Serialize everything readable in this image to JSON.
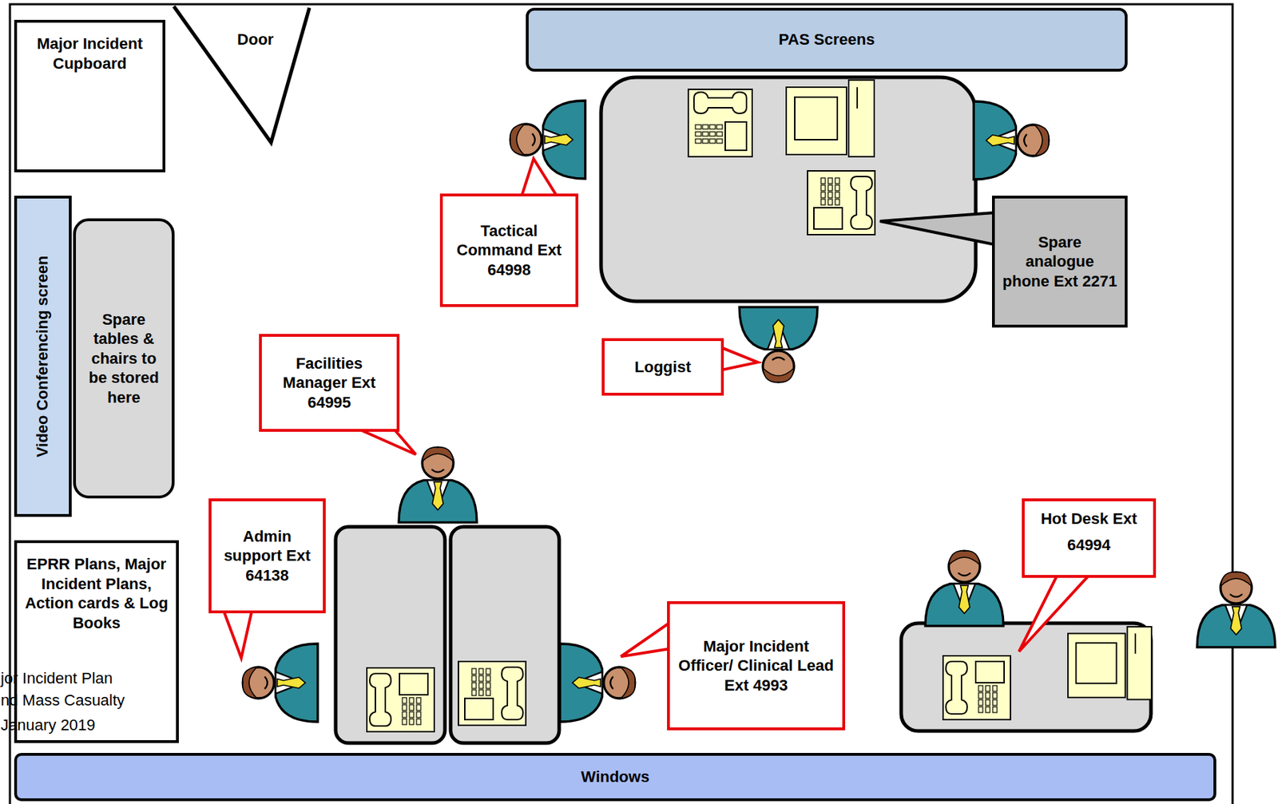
{
  "diagram": {
    "nodes": [
      {
        "text": [
          "Major Incident Cupboard"
        ]
      },
      {
        "text": [
          "Door"
        ]
      },
      {
        "text": [
          "PAS Screens"
        ]
      },
      {
        "text": [
          "Video Conferencing screen"
        ]
      },
      {
        "text": [
          "Spare tables & chairs to be stored here"
        ]
      },
      {
        "text": [
          "Tactical Command Ext 64998"
        ]
      },
      {
        "text": [
          "Spare analogue phone Ext 2271"
        ]
      },
      {
        "text": [
          "Loggist"
        ]
      },
      {
        "text": [
          "Facilities Manager Ext 64995"
        ]
      },
      {
        "text": [
          "EPRR Plans, Major Incident Plans, Action cards & Log Books"
        ]
      },
      {
        "text": [
          "Admin support Ext 64138"
        ]
      },
      {
        "text": [
          "Major Incident Officer/ Clinical Lead Ext 4993"
        ]
      },
      {
        "text": [
          "Hot Desk Ext 64994"
        ]
      },
      {
        "text": [
          "Windows"
        ]
      }
    ],
    "edges": [],
    "labels": [
      "jor Incident Plan",
      "nd Mass Casualty",
      "January 2019"
    ]
  }
}
